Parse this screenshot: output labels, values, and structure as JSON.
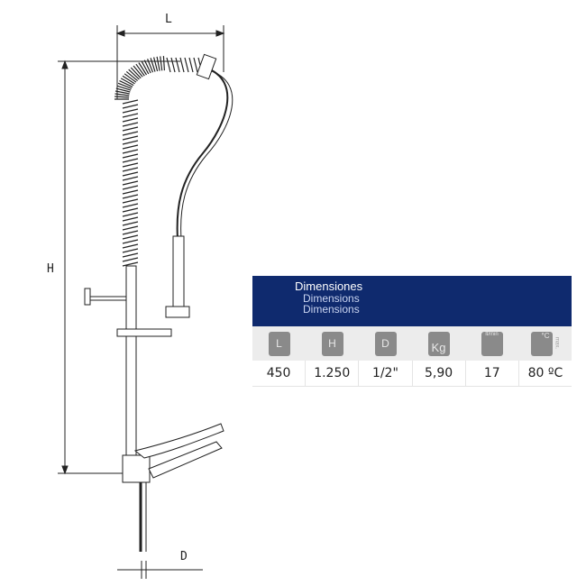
{
  "dimension_labels": {
    "length": "L",
    "height": "H",
    "diameter": "D"
  },
  "spec_table": {
    "title": "Dimensiones",
    "subtitles": [
      "Dimensions",
      "Dimensions"
    ],
    "icons": [
      {
        "name": "length-icon",
        "text": "L"
      },
      {
        "name": "height-icon",
        "text": "H"
      },
      {
        "name": "diameter-icon",
        "text": "D"
      },
      {
        "name": "weight-icon",
        "text": "Kg"
      },
      {
        "name": "flow-rate-icon",
        "text": "lt/min"
      },
      {
        "name": "max-temperature-icon",
        "text": "°C",
        "sub": "max."
      }
    ],
    "values": [
      "450",
      "1.250",
      "1/2\"",
      "5,90",
      "17",
      "80 ºC"
    ],
    "colors": {
      "header": "#0f2a6e",
      "icon_bg": "#8a8a8a",
      "icon_row": "#ececec"
    }
  }
}
